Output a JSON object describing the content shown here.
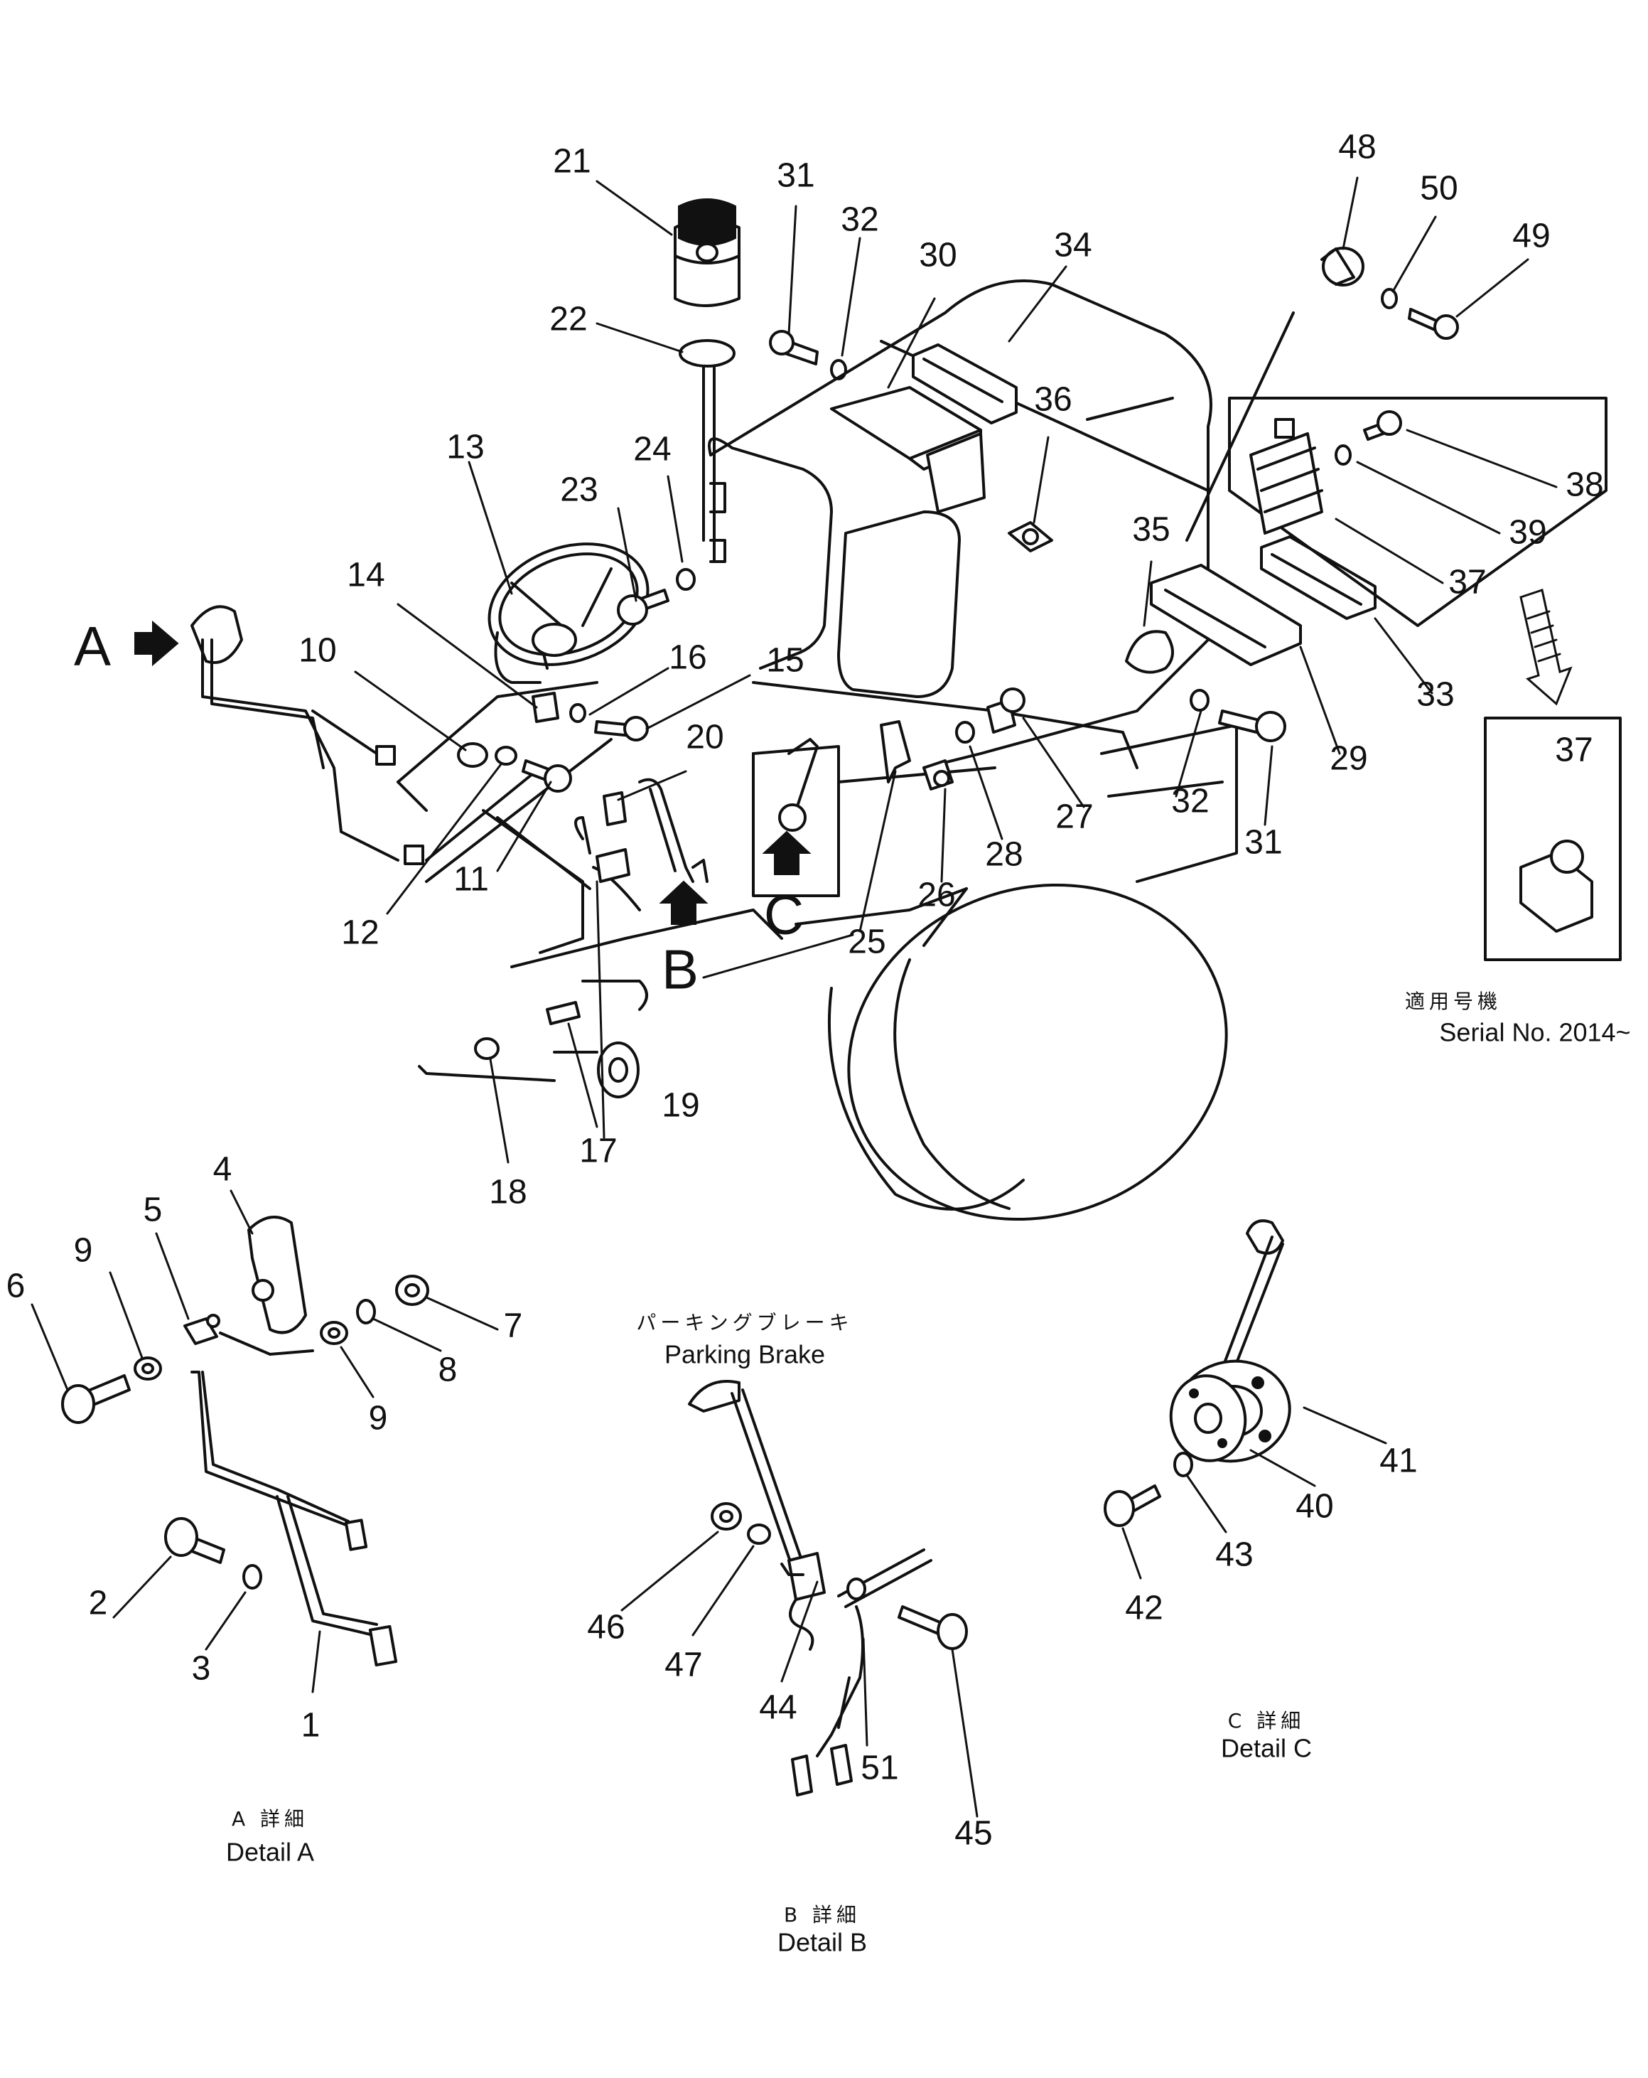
{
  "callouts": {
    "c1": "1",
    "c2": "2",
    "c3": "3",
    "c4": "4",
    "c5": "5",
    "c6": "6",
    "c7": "7",
    "c8": "8",
    "c9a": "9",
    "c9b": "9",
    "c10": "10",
    "c11": "11",
    "c12": "12",
    "c13": "13",
    "c14": "14",
    "c15": "15",
    "c16": "16",
    "c17": "17",
    "c18": "18",
    "c19": "19",
    "c20": "20",
    "c21": "21",
    "c22": "22",
    "c23": "23",
    "c24": "24",
    "c25": "25",
    "c26": "26",
    "c27": "27",
    "c28": "28",
    "c29": "29",
    "c30": "30",
    "c31a": "31",
    "c31b": "31",
    "c32a": "32",
    "c32b": "32",
    "c33": "33",
    "c34": "34",
    "c35": "35",
    "c36": "36",
    "c37a": "37",
    "c37b": "37",
    "c38": "38",
    "c39": "39",
    "c40": "40",
    "c41": "41",
    "c42": "42",
    "c43": "43",
    "c44": "44",
    "c45": "45",
    "c46": "46",
    "c47": "47",
    "c48": "48",
    "c49": "49",
    "c50": "50",
    "c51": "51"
  },
  "view_markers": {
    "a": "A",
    "b": "B",
    "c": "C"
  },
  "serial": {
    "jp": "適用号機",
    "en": "Serial No. 2014~"
  },
  "parking_brake": {
    "jp": "パーキングブレーキ",
    "en": "Parking Brake"
  },
  "details": {
    "a_jp": "A 詳細",
    "a_en": "Detail A",
    "b_jp": "B 詳細",
    "b_en": "Detail B",
    "c_jp": "C 詳細",
    "c_en": "Detail C"
  }
}
